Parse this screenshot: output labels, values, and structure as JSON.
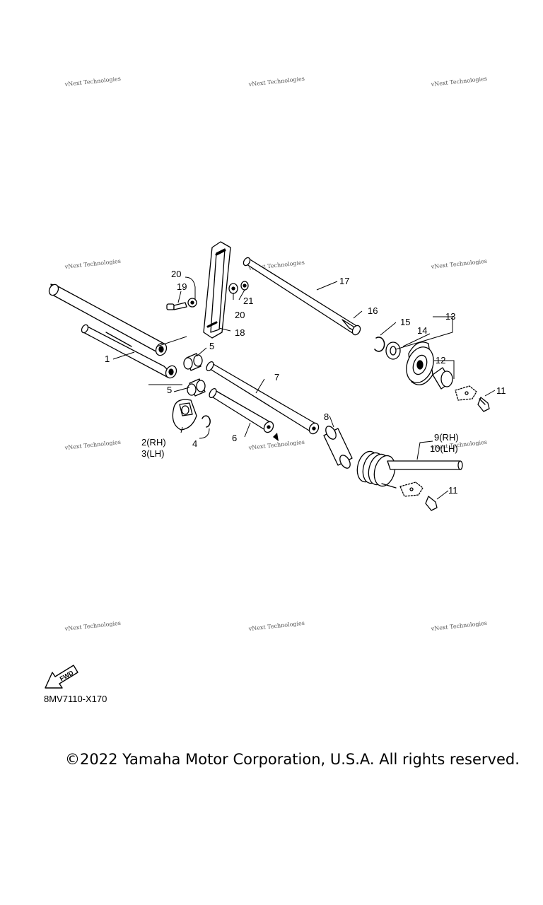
{
  "watermark": {
    "line1": "vNext Technologies",
    "line2": "Technologies"
  },
  "labels": {
    "p1": "1",
    "p2": "2(RH)",
    "p3": "3(LH)",
    "p4": "4",
    "p5a": "5",
    "p5b": "5",
    "p6": "6",
    "p7": "7",
    "p8": "8",
    "p9": "9(RH)",
    "p10": "10(LH)",
    "p11a": "11",
    "p11b": "11",
    "p12": "12",
    "p13": "13",
    "p14": "14",
    "p15": "15",
    "p16": "16",
    "p17": "17",
    "p18": "18",
    "p19": "19",
    "p20a": "20",
    "p20b": "20",
    "p21": "21"
  },
  "fwd_badge": "FWD",
  "diagram_code": "8MV7110-X170",
  "copyright": "©2022 Yamaha Motor Corporation, U.S.A. All rights reserved."
}
